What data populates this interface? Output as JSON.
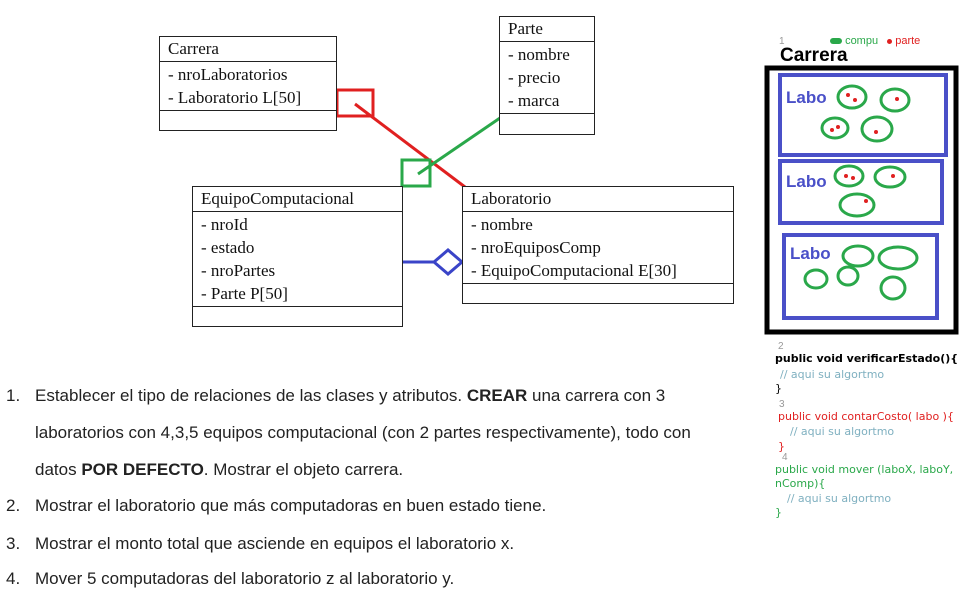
{
  "classes": {
    "carrera": {
      "name": "Carrera",
      "attrs": [
        "- nroLaboratorios",
        "- Laboratorio L[50]"
      ]
    },
    "parte": {
      "name": "Parte",
      "attrs": [
        "- nombre",
        "- precio",
        "- marca"
      ]
    },
    "equipo": {
      "name": "EquipoComputacional",
      "attrs": [
        "- nroId",
        "- estado",
        "- nroPartes",
        "- Parte P[50]"
      ]
    },
    "laboratorio": {
      "name": "Laboratorio",
      "attrs": [
        "- nombre",
        "- nroEquiposComp",
        "- EquipoComputacional E[30]"
      ]
    }
  },
  "tasks": [
    {
      "num": "1.",
      "lines": [
        {
          "parts": [
            {
              "t": "Establecer el tipo de relaciones de las clases y atributos. ",
              "b": false
            },
            {
              "t": "CREAR",
              "b": true
            },
            {
              "t": " una carrera con 3",
              "b": false
            }
          ]
        },
        {
          "parts": [
            {
              "t": "laboratorios con 4,3,5 equipos computacional (con 2 partes respectivamente), todo con",
              "b": false
            }
          ]
        },
        {
          "parts": [
            {
              "t": "datos ",
              "b": false
            },
            {
              "t": "POR DEFECTO",
              "b": true
            },
            {
              "t": ". Mostrar el objeto carrera.",
              "b": false
            }
          ]
        }
      ]
    },
    {
      "num": "2.",
      "lines": [
        {
          "parts": [
            {
              "t": "Mostrar el laboratorio que más computadoras en buen estado tiene.",
              "b": false
            }
          ]
        }
      ]
    },
    {
      "num": "3.",
      "lines": [
        {
          "parts": [
            {
              "t": "Mostrar el monto total que asciende en equipos el laboratorio x.",
              "b": false
            }
          ]
        }
      ]
    },
    {
      "num": "4.",
      "lines": [
        {
          "parts": [
            {
              "t": "Mover 5 computadoras del laboratorio z al laboratorio y.",
              "b": false
            }
          ]
        }
      ]
    }
  ],
  "sketch": {
    "step1": "1",
    "legend_compu": "compu",
    "legend_parte": "parte",
    "carrera_label": "Carrera",
    "labo_labels": [
      "Labo",
      "Labo",
      "Labo"
    ],
    "step2": "2",
    "method1_sig": "public void verificarEstado(){",
    "method1_comment": "// aqui su algortmo",
    "method1_close": "}",
    "step3": "3",
    "method2_sig": "public void contarCosto( labo ){",
    "method2_comment": "// aqui su algortmo",
    "method2_close": "}",
    "step4": "4",
    "method3_sig_line1": "public void mover (laboX, laboY,",
    "method3_sig_line2": "nComp){",
    "method3_comment": "// aqui su algortmo",
    "method3_close": "}"
  },
  "colors": {
    "aggregation": "#e02020",
    "composition_parte": "#2aa84a",
    "composition_equipo": "#3a44c8",
    "sketch_box": "#4a50c8"
  }
}
